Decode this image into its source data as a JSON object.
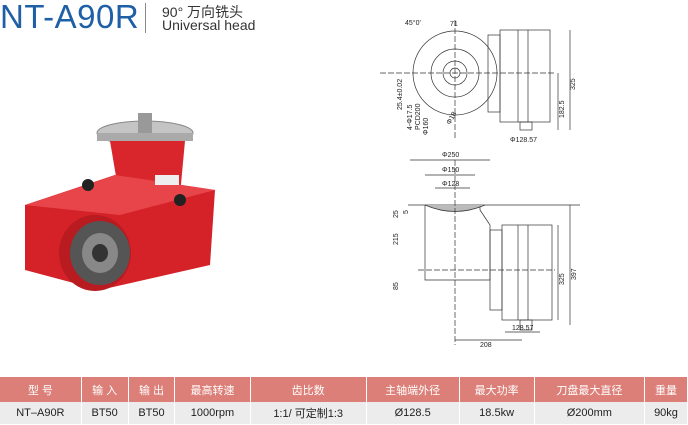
{
  "header": {
    "model": "NT-A90R",
    "subtitle_cn": "90°  万向铣头",
    "subtitle_en": "Universal head"
  },
  "photo": {
    "colors": {
      "body": "#d9262c",
      "flange": "#c9c9c9"
    }
  },
  "drawing": {
    "side_view": {
      "angle": "45°0'",
      "width_71": "71",
      "height_tol": "25.4±0.02",
      "bolt": "4-Φ17.5",
      "pcd": "PCD200",
      "d160": "Φ160",
      "d18": "Φ18",
      "h325": "325",
      "h182": "182.5",
      "d128": "Φ128.57"
    },
    "front_view": {
      "d250": "Φ250",
      "d150": "Φ150",
      "d128": "Φ128",
      "t25": "25",
      "t5": "5",
      "h215": "215",
      "h85": "85",
      "h397": "397",
      "h325": "325",
      "w128": "128.57",
      "w208": "208"
    }
  },
  "table": {
    "headers": [
      "型 号",
      "输 入",
      "输 出",
      "最高转速",
      "齿比数",
      "主轴端外径",
      "最大功率",
      "刀盘最大直径",
      "重量"
    ],
    "rows": [
      [
        "NT–A90R",
        "BT50",
        "BT50",
        "1000rpm",
        "1:1/ 可定制1:3",
        "Ø128.5",
        "18.5kw",
        "Ø200mm",
        "90kg"
      ]
    ]
  }
}
